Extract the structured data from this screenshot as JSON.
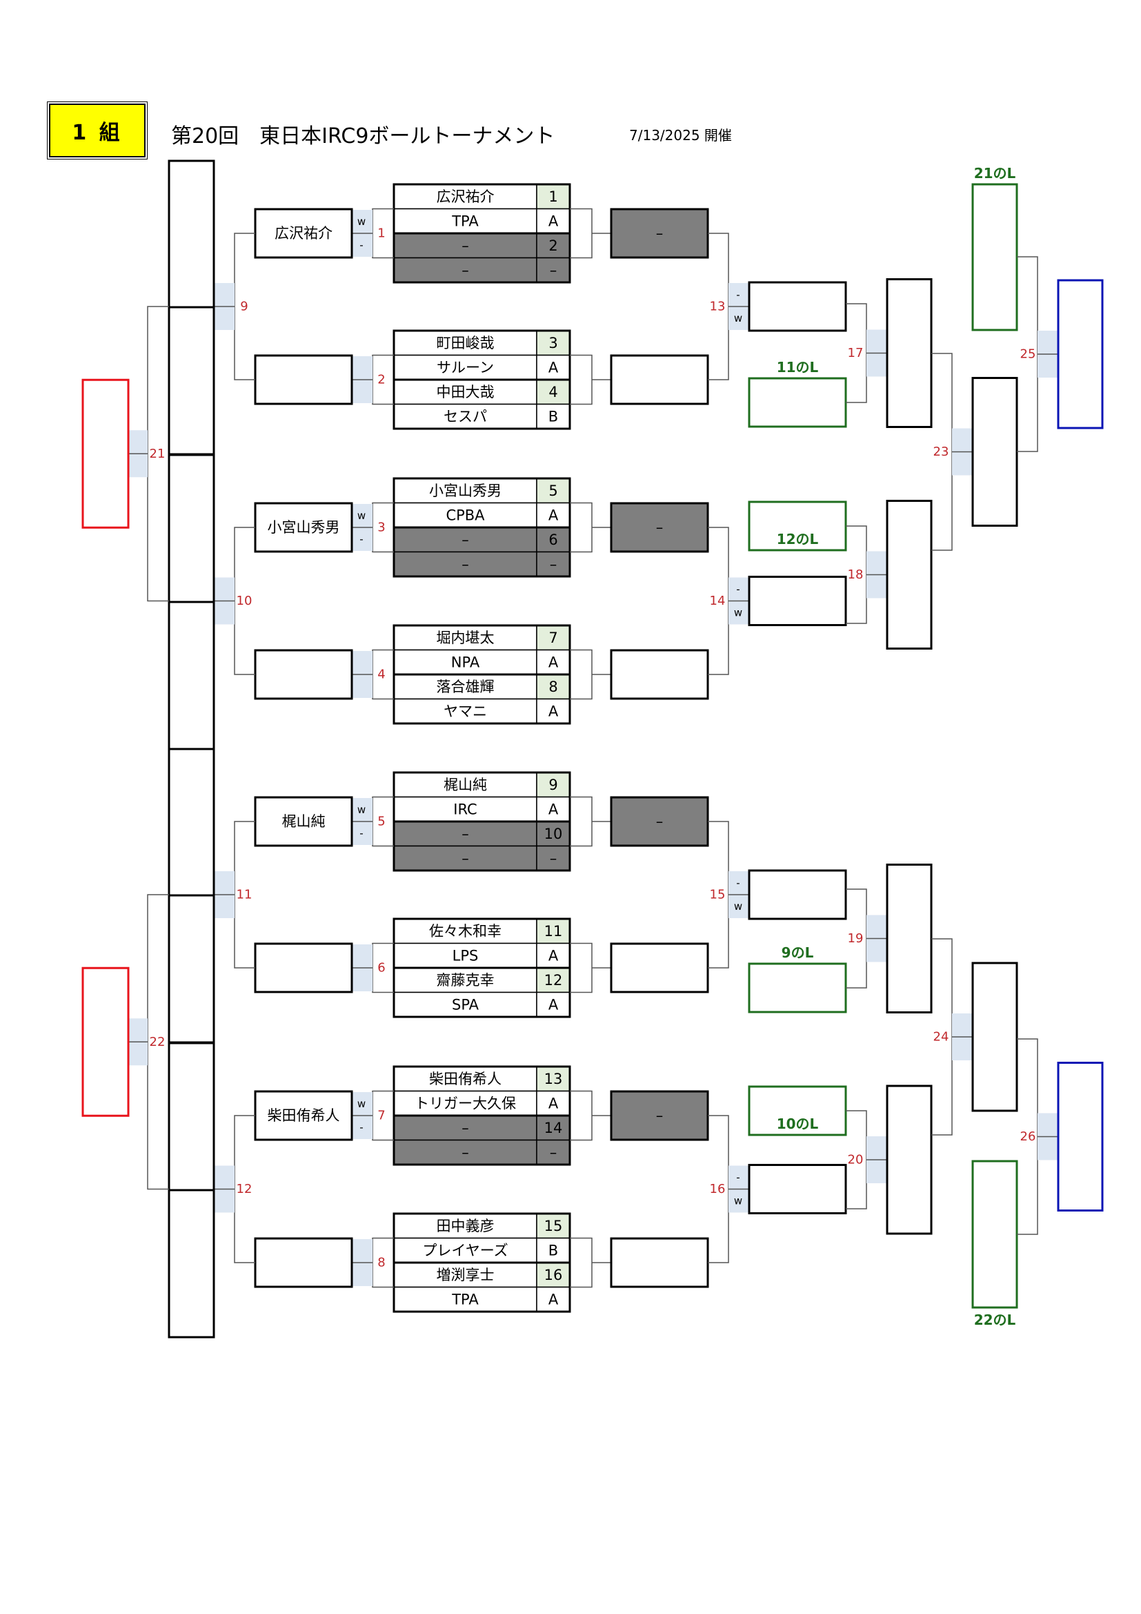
{
  "header": {
    "group_label": "1 組",
    "title": "第20回　東日本IRC9ボールトーナメント",
    "date": "7/13/2025 開催"
  },
  "colors": {
    "seed_bg": "#e4efdc",
    "shade": "#dce6f2",
    "dark_fill": "#7f7f7f",
    "red": "#e8141c",
    "blue": "#0a14b4",
    "green": "#1f6e1f",
    "match_no": "#c0282c"
  },
  "first_round_blocks": [
    {
      "rows": [
        {
          "name": "広沢祐介",
          "seed": "1"
        },
        {
          "name": "TPA",
          "seed": "A"
        },
        {
          "name": "–",
          "seed": "2"
        },
        {
          "name": "–",
          "seed": "–"
        }
      ]
    },
    {
      "rows": [
        {
          "name": "町田峻哉",
          "seed": "3"
        },
        {
          "name": "サルーン",
          "seed": "A"
        },
        {
          "name": "中田大哉",
          "seed": "4"
        },
        {
          "name": "セスパ",
          "seed": "B"
        }
      ]
    },
    {
      "rows": [
        {
          "name": "小宮山秀男",
          "seed": "5"
        },
        {
          "name": "CPBA",
          "seed": "A"
        },
        {
          "name": "–",
          "seed": "6"
        },
        {
          "name": "–",
          "seed": "–"
        }
      ]
    },
    {
      "rows": [
        {
          "name": "堀内堪太",
          "seed": "7"
        },
        {
          "name": "NPA",
          "seed": "A"
        },
        {
          "name": "落合雄輝",
          "seed": "8"
        },
        {
          "name": "ヤマニ",
          "seed": "A"
        }
      ]
    },
    {
      "rows": [
        {
          "name": "梶山純",
          "seed": "9"
        },
        {
          "name": "IRC",
          "seed": "A"
        },
        {
          "name": "–",
          "seed": "10"
        },
        {
          "name": "–",
          "seed": "–"
        }
      ]
    },
    {
      "rows": [
        {
          "name": "佐々木和幸",
          "seed": "11"
        },
        {
          "name": "LPS",
          "seed": "A"
        },
        {
          "name": "齋藤克幸",
          "seed": "12"
        },
        {
          "name": "SPA",
          "seed": "A"
        }
      ]
    },
    {
      "rows": [
        {
          "name": "柴田侑希人",
          "seed": "13"
        },
        {
          "name": "トリガー大久保",
          "seed": "A"
        },
        {
          "name": "–",
          "seed": "14"
        },
        {
          "name": "–",
          "seed": "–"
        }
      ]
    },
    {
      "rows": [
        {
          "name": "田中義彦",
          "seed": "15"
        },
        {
          "name": "プレイヤーズ",
          "seed": "B"
        },
        {
          "name": "増渕享士",
          "seed": "16"
        },
        {
          "name": "TPA",
          "seed": "A"
        }
      ]
    }
  ],
  "winners": [
    "広沢祐介",
    "",
    "小宮山秀男",
    "",
    "梶山純",
    "",
    "柴田侑希人",
    ""
  ],
  "loser_side_marks": [
    "–",
    "",
    "–",
    "",
    "–",
    "",
    "–",
    ""
  ],
  "wl_marks": {
    "w": "w",
    "l": "-"
  },
  "match_numbers": {
    "m1": "1",
    "m2": "2",
    "m3": "3",
    "m4": "4",
    "m5": "5",
    "m6": "6",
    "m7": "7",
    "m8": "8",
    "m9": "9",
    "m10": "10",
    "m11": "11",
    "m12": "12",
    "m13": "13",
    "m14": "14",
    "m15": "15",
    "m16": "16",
    "m17": "17",
    "m18": "18",
    "m19": "19",
    "m20": "20",
    "m21": "21",
    "m22": "22",
    "m23": "23",
    "m24": "24",
    "m25": "25",
    "m26": "26"
  },
  "loser_labels": {
    "l11": "11のL",
    "l12": "12のL",
    "l9": "9のL",
    "l10": "10のL",
    "l21": "21のL",
    "l22": "22のL"
  }
}
